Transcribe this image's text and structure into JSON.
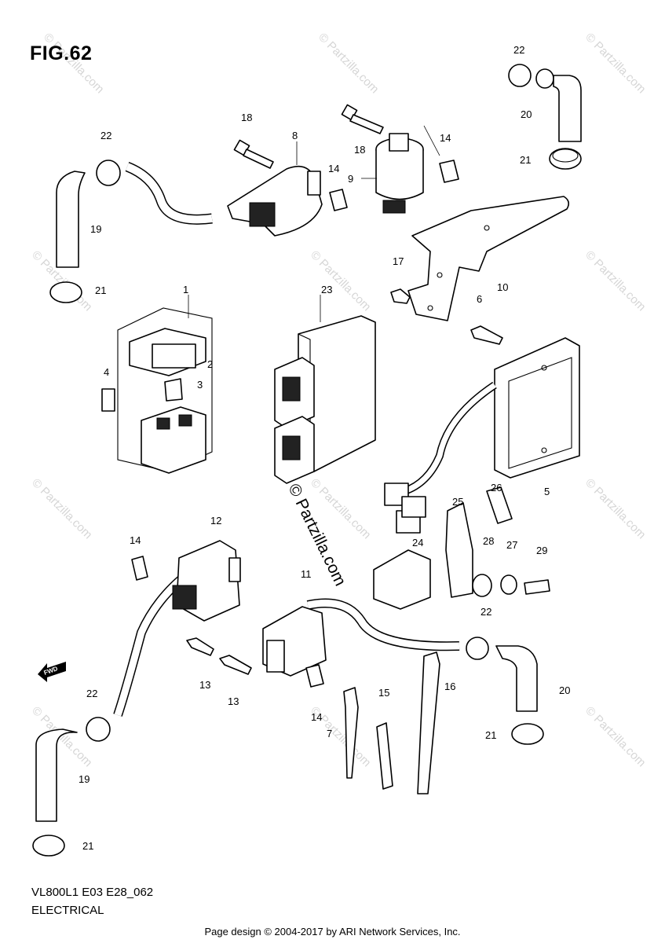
{
  "figure": {
    "title": "FIG.62",
    "model_code": "VL800L1 E03 E28_062",
    "section": "ELECTRICAL",
    "footer": "Page design © 2004-2017 by ARI Network Services, Inc.",
    "watermark": "© Partzilla.com",
    "background_watermark": "© Partzilla.com"
  },
  "callouts": [
    "1",
    "2",
    "3",
    "4",
    "5",
    "6",
    "7",
    "8",
    "9",
    "10",
    "11",
    "12",
    "13",
    "13",
    "14",
    "14",
    "14",
    "14",
    "15",
    "16",
    "17",
    "18",
    "18",
    "19",
    "19",
    "20",
    "20",
    "21",
    "21",
    "21",
    "21",
    "22",
    "22",
    "22",
    "22",
    "23",
    "24",
    "25",
    "26",
    "27",
    "28",
    "29"
  ],
  "fwd_arrow_label": "FWD"
}
